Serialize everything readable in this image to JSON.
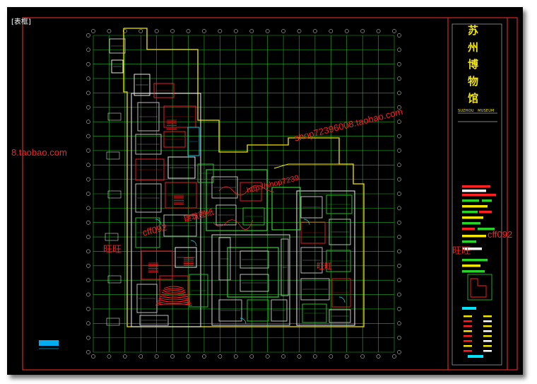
{
  "frame_tag": "[表框]",
  "title_block": {
    "chinese_title": [
      "苏",
      "州",
      "博",
      "物",
      "馆"
    ],
    "english_title": "SUZHOU   MUSEUM"
  },
  "watermarks": {
    "shop_left": "8.taobao.com",
    "shop_right": "shop72396008.taobao.com",
    "shop_center": "http://shop7239",
    "wangwang_label": "旺旺",
    "wangwang_id_left": "cff092",
    "wangwang_id_right": "cff092",
    "wangwang_label_right": "旺旺",
    "center_cn": "建筑图纸",
    "center_label": "旺旺"
  },
  "colors": {
    "background": "#000000",
    "grid": "#2bd12b",
    "walls": "#f4f4f4",
    "accent_red": "#ff2020",
    "outline_yellow": "#f3e600",
    "cyan": "#00e5ff"
  }
}
